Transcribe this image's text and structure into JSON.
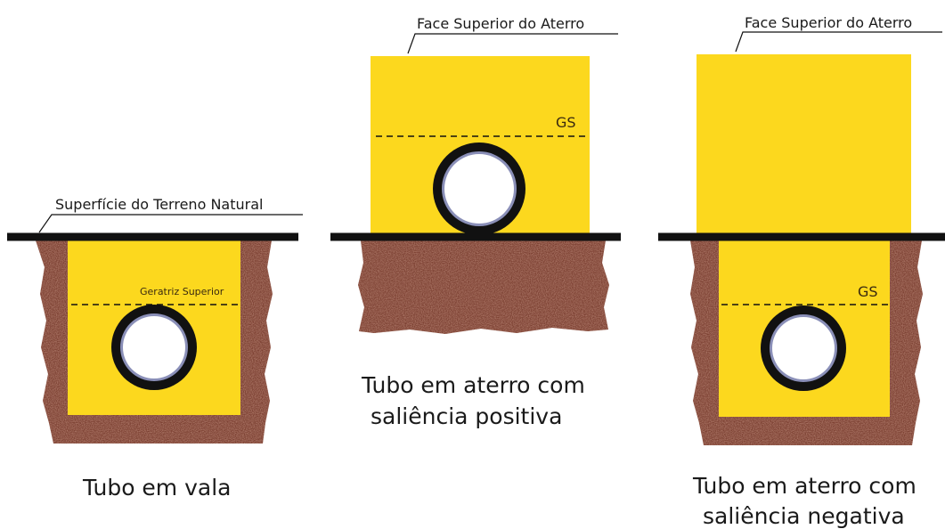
{
  "diagram": {
    "colors": {
      "fill": "#fcd81e",
      "soil": "#8a4a3a",
      "soil_dark": "#5e2a22",
      "ground_line": "#111111",
      "pipe_outer": "#111111",
      "pipe_inner": "#8a8fb8",
      "pipe_hole": "#ffffff"
    },
    "panel1": {
      "surface_label": "Superfície do Terreno Natural",
      "generatrix_label": "Geratriz Superior",
      "caption": "Tubo em vala"
    },
    "panel2": {
      "embankment_label": "Face Superior do Aterro",
      "gs_label": "GS",
      "caption_line1": "Tubo em aterro com",
      "caption_line2": "saliência positiva"
    },
    "panel3": {
      "embankment_label": "Face Superior do Aterro",
      "gs_label": "GS",
      "caption_line1": "Tubo em aterro com",
      "caption_line2": "saliência negativa"
    }
  }
}
